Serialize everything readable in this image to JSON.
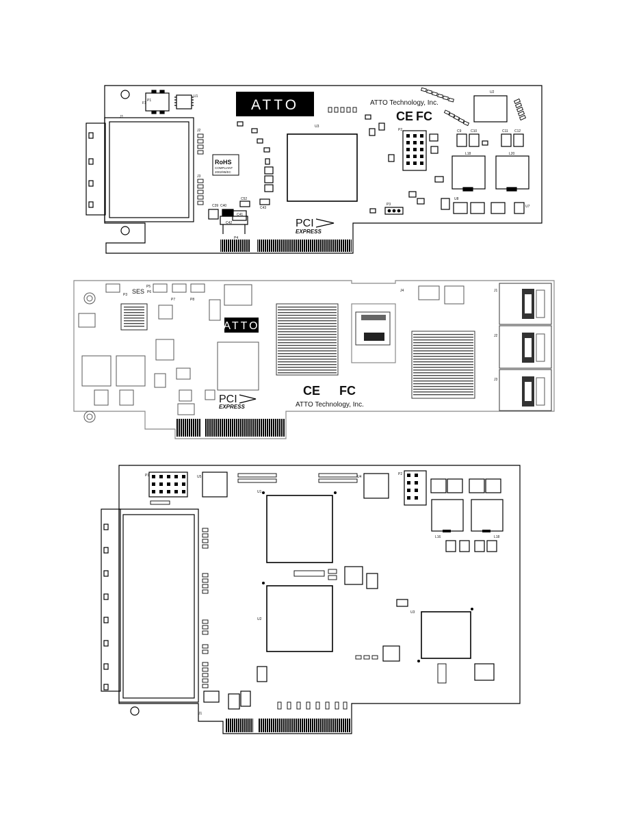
{
  "boards": [
    {
      "logo": "ATTO",
      "company": "ATTO Technology, Inc.",
      "ce_mark": "CE",
      "fcc_mark": "FC",
      "pci_text": "PCI",
      "express_text": "EXPRESS",
      "rohs": {
        "title": "RoHS",
        "line1": "COMPLIANT",
        "line2": "2002/95/EC"
      },
      "refdes": {
        "F1": "F1",
        "U1": "U1",
        "U2": "U2",
        "U3": "U3",
        "J1": "J1",
        "J2": "J2",
        "J3": "J3",
        "P1": "P1",
        "P2": "P2",
        "P3": "P3",
        "P4": "P4",
        "L18": "L18",
        "L20": "L20",
        "C39": "C39",
        "C40": "C40",
        "C41": "C41",
        "C42": "C42",
        "C43": "C43",
        "C52": "C52",
        "U7": "U7",
        "U8": "U8",
        "C9": "C9",
        "C10": "C10",
        "C11": "C11",
        "C12": "C12"
      }
    },
    {
      "logo": "ATTO",
      "company": "ATTO Technology, Inc.",
      "ce_mark": "CE",
      "fcc_mark": "FC",
      "pci_text": "PCI",
      "express_text": "EXPRESS",
      "refdes": {
        "SES": "SES",
        "P3": "P3",
        "P5": "P5",
        "P6": "P6",
        "P7": "P7",
        "P8": "P8",
        "J1": "J1",
        "J2": "J2",
        "J3": "J3",
        "J4": "J4"
      }
    },
    {
      "refdes": {
        "P1": "P1",
        "P2": "P2",
        "J1": "J1",
        "U1": "U1",
        "U2": "U2",
        "U3": "U3",
        "U4": "U4",
        "U5": "U5",
        "L16": "L16",
        "L18": "L18"
      }
    }
  ]
}
